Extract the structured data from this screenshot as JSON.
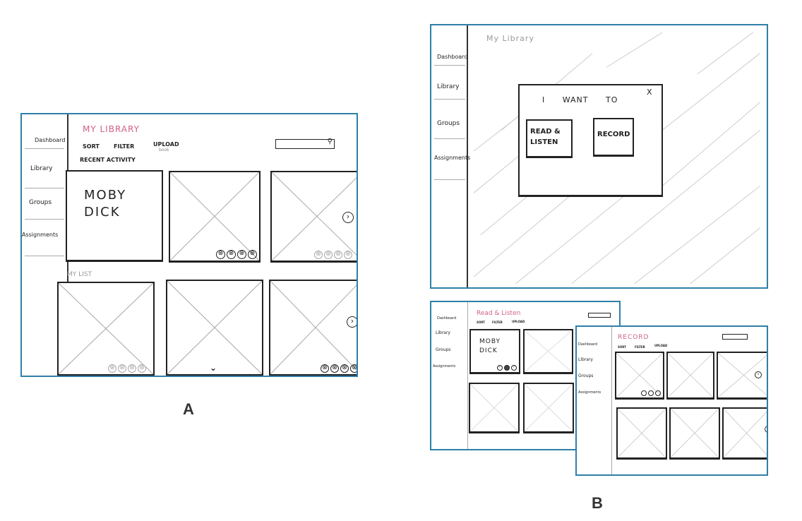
{
  "frame_a": {
    "sidebar": [
      "Dashboard",
      "Library",
      "Groups",
      "Assignments"
    ],
    "title": "MY LIBRARY",
    "nav": [
      "SORT",
      "FILTER",
      "UPLOAD"
    ],
    "upload_sub": "book",
    "search_icon": "magnifier",
    "section1": "RECENT ACTIVITY",
    "card_title": "MOBY DICK",
    "section2": "MY LIST",
    "label": "A"
  },
  "frame_b1": {
    "sidebar": [
      "Dashboard",
      "Library",
      "Groups",
      "Assignments"
    ],
    "title": "My Library",
    "modal": {
      "heading": "I WANT TO",
      "close": "X",
      "option1": "READ & LISTEN",
      "option2": "RECORD"
    }
  },
  "frame_b2": {
    "sidebar": [
      "Dashboard",
      "Library",
      "Groups",
      "Assignments"
    ],
    "title": "Read & Listen",
    "nav": [
      "SORT",
      "FILTER",
      "UPLOAD"
    ],
    "card_title": "MOBY DICK"
  },
  "frame_b3": {
    "sidebar": [
      "Dashboard",
      "Library",
      "Groups",
      "Assignments"
    ],
    "title": "RECORD",
    "nav": [
      "SORT",
      "FILTER",
      "UPLOAD"
    ]
  },
  "label_b": "B"
}
